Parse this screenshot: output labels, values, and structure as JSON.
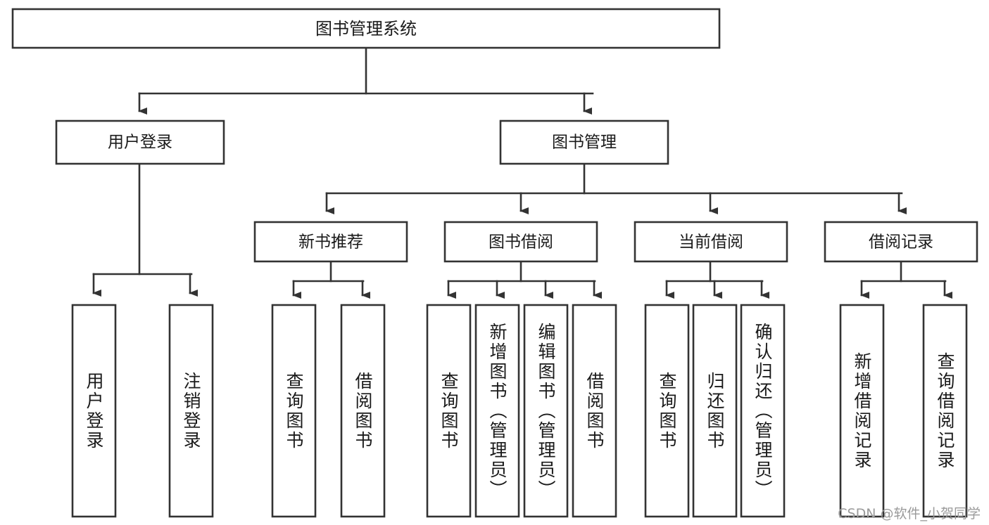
{
  "diagram": {
    "title": "图书管理系统",
    "type": "tree",
    "watermark": "CSDN @软件_小贺同学",
    "colors": {
      "stroke": "#333333",
      "box_fill": "#ffffff",
      "text": "#1a1a1a",
      "watermark": "#9a9a9a",
      "background": "#ffffff"
    },
    "levels": {
      "root_label": "图书管理系统",
      "level2": [
        {
          "label": "用户登录"
        },
        {
          "label": "图书管理"
        }
      ],
      "level3": [
        {
          "label": "新书推荐"
        },
        {
          "label": "图书借阅"
        },
        {
          "label": "当前借阅"
        },
        {
          "label": "借阅记录"
        }
      ]
    },
    "leaves": {
      "user_login": [
        {
          "label": "用户登录"
        },
        {
          "label": "注销登录"
        }
      ],
      "new_book_recommend": [
        {
          "label": "查询图书"
        },
        {
          "label": "借阅图书"
        }
      ],
      "book_borrow": [
        {
          "label": "查询图书"
        },
        {
          "label": "新增图书（管理员）"
        },
        {
          "label": "编辑图书（管理员）"
        },
        {
          "label": "借阅图书"
        }
      ],
      "current_borrow": [
        {
          "label": "查询图书"
        },
        {
          "label": "归还图书"
        },
        {
          "label": "确认归还（管理员）"
        }
      ],
      "borrow_record": [
        {
          "label": "新增借阅记录"
        },
        {
          "label": "查询借阅记录"
        }
      ]
    }
  }
}
